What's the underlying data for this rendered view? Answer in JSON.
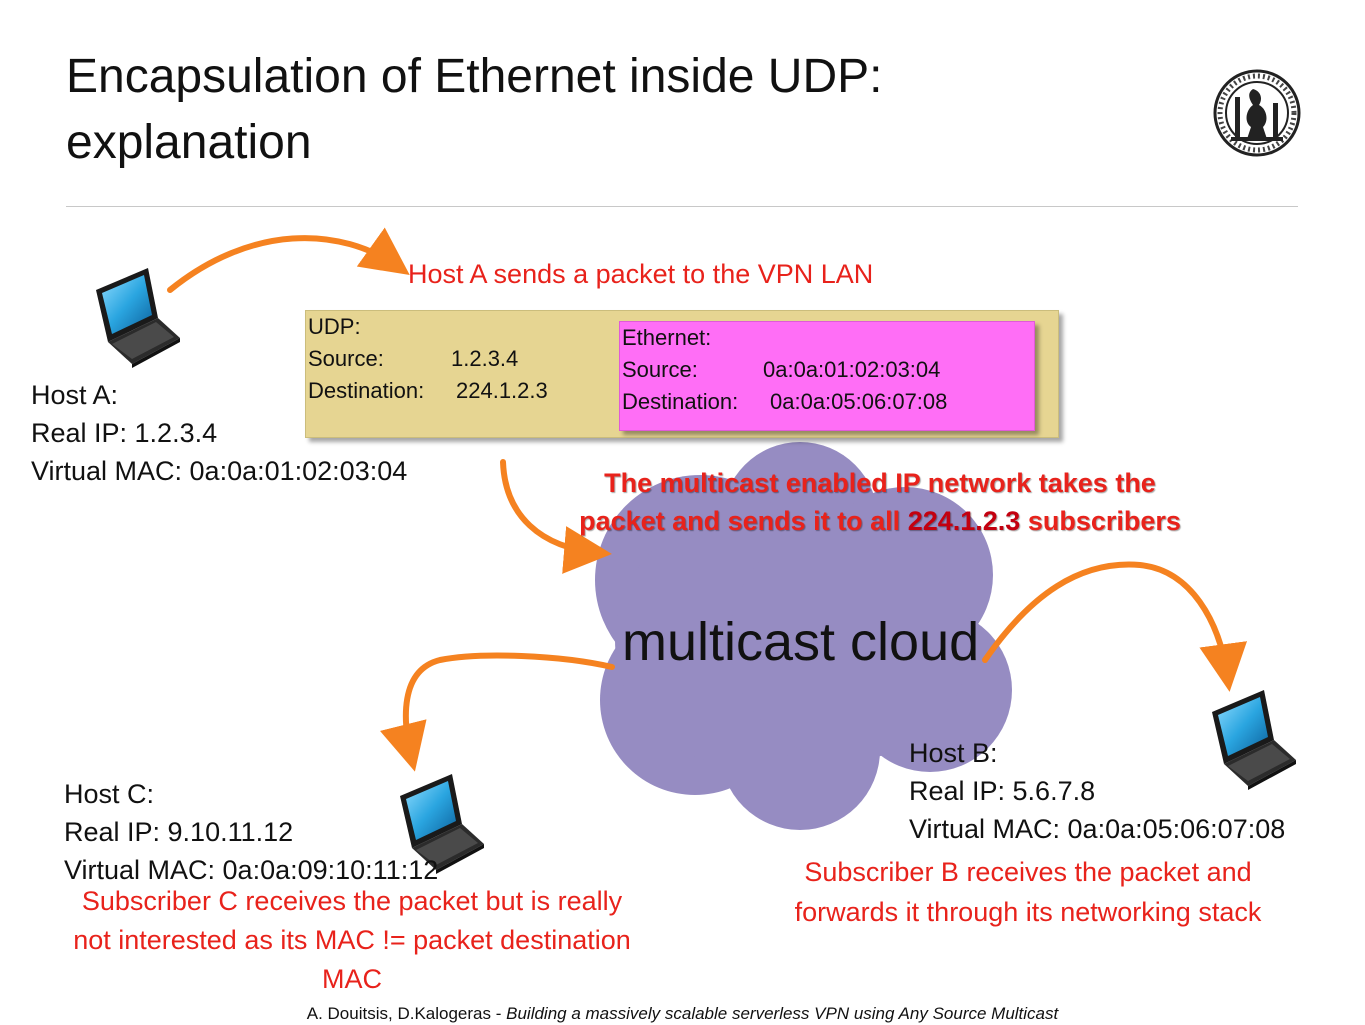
{
  "title_line1": "Encapsulation of Ethernet inside UDP:",
  "title_line2": "explanation",
  "caption_host_a": "Host A sends a packet to the VPN LAN",
  "host_a": {
    "title": "Host A:",
    "ip": "Real IP: 1.2.3.4",
    "mac": "Virtual MAC: 0a:0a:01:02:03:04"
  },
  "host_b": {
    "title": "Host B:",
    "ip": "Real IP: 5.6.7.8",
    "mac": "Virtual MAC: 0a:0a:05:06:07:08"
  },
  "host_c": {
    "title": "Host C:",
    "ip": "Real IP: 9.10.11.12",
    "mac": "Virtual MAC: 0a:0a:09:10:11:12"
  },
  "udp_packet": {
    "heading": "UDP:",
    "source_label": "Source:",
    "source_value": "1.2.3.4",
    "dest_label": "Destination:",
    "dest_value": "224.1.2.3"
  },
  "ethernet_frame": {
    "heading": "Ethernet:",
    "source_label": "Source:",
    "source_value": "0a:0a:01:02:03:04",
    "dest_label": "Destination:",
    "dest_value": "0a:0a:05:06:07:08"
  },
  "multicast_caption": {
    "line1": "The multicast enabled IP network takes the",
    "line2_prefix": "packet and sends it to all",
    "line2_highlight": "224.1.2.3",
    "line2_suffix": "subscribers"
  },
  "cloud_label": "multicast cloud",
  "subscriber_b_caption": {
    "line1": "Subscriber B receives the packet and",
    "line2": "forwards it through its networking stack"
  },
  "subscriber_c_caption": {
    "line1": "Subscriber C receives the packet but is really",
    "line2": "not interested as its MAC != packet destination",
    "line3": "MAC"
  },
  "footer": {
    "authors": "A. Douitsis, D.Kalogeras -",
    "paper_title": "Building a massively scalable serverless VPN using Any Source Multicast"
  },
  "colors": {
    "arrow": "#f58220",
    "caption_red": "#e8221b",
    "cloud_fill": "#968cc2",
    "udp_fill": "#e6d592",
    "ethernet_fill": "#ff6ef6",
    "laptop_screen": "#2aa5e0"
  },
  "icons": [
    "laptop-icon",
    "university-seal-logo"
  ]
}
